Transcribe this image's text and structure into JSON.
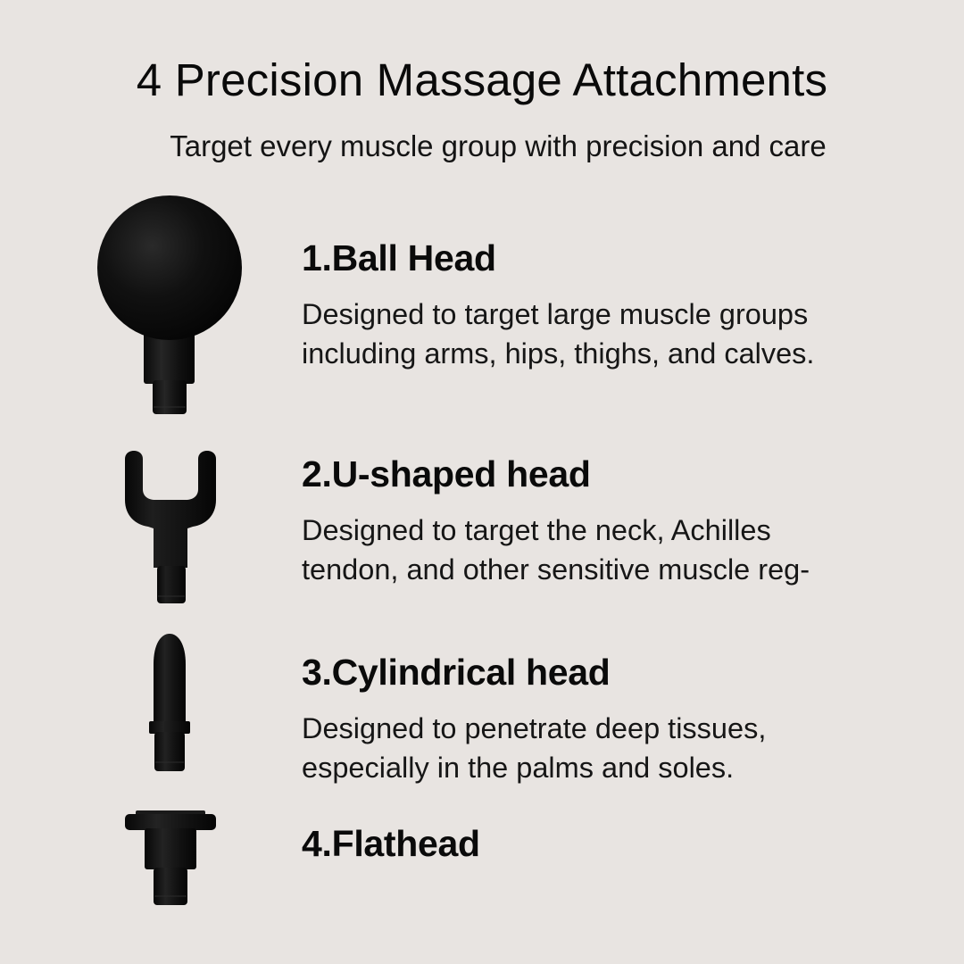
{
  "header": {
    "title": "4 Precision Massage Attachments",
    "subtitle": "Target every muscle group with precision and care"
  },
  "attachments": [
    {
      "number": 1,
      "title": "1.Ball Head",
      "description": "Designed to target large muscle groups\nincluding arms, hips, thighs, and calves.",
      "icon": "ball-head-icon"
    },
    {
      "number": 2,
      "title": "2.U-shaped head",
      "description": "Designed to target the neck, Achilles\ntendon, and other sensitive muscle reg-",
      "icon": "u-shaped-head-icon"
    },
    {
      "number": 3,
      "title": "3.Cylindrical head",
      "description": "Designed to penetrate deep tissues,\nespecially in the palms and soles.",
      "icon": "cylindrical-head-icon"
    },
    {
      "number": 4,
      "title": "4.Flathead",
      "description": "",
      "icon": "flat-head-icon"
    }
  ],
  "colors": {
    "background": "#e8e4e1",
    "text": "#0a0a0a",
    "attachment": "#0b0b0b"
  }
}
